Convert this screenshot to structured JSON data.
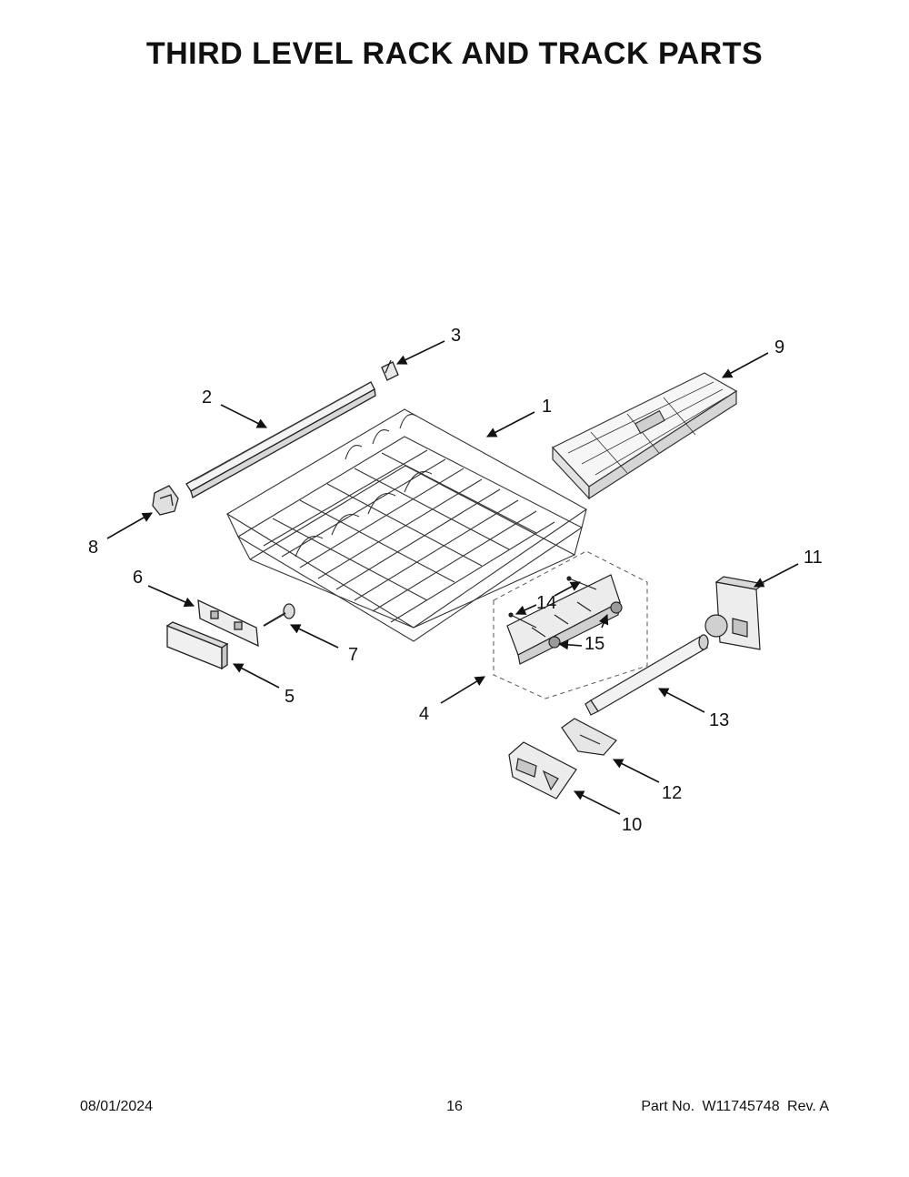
{
  "title": "THIRD LEVEL RACK AND TRACK PARTS",
  "callouts": {
    "c1": "1",
    "c2": "2",
    "c3": "3",
    "c4": "4",
    "c5": "5",
    "c6": "6",
    "c7": "7",
    "c8": "8",
    "c9": "9",
    "c10": "10",
    "c11": "11",
    "c12": "12",
    "c13": "13",
    "c14": "14",
    "c15": "15"
  },
  "footer": {
    "date": "08/01/2024",
    "page": "16",
    "part_label": "Part No.",
    "part_number": "W11745748",
    "revision": "Rev. A"
  }
}
